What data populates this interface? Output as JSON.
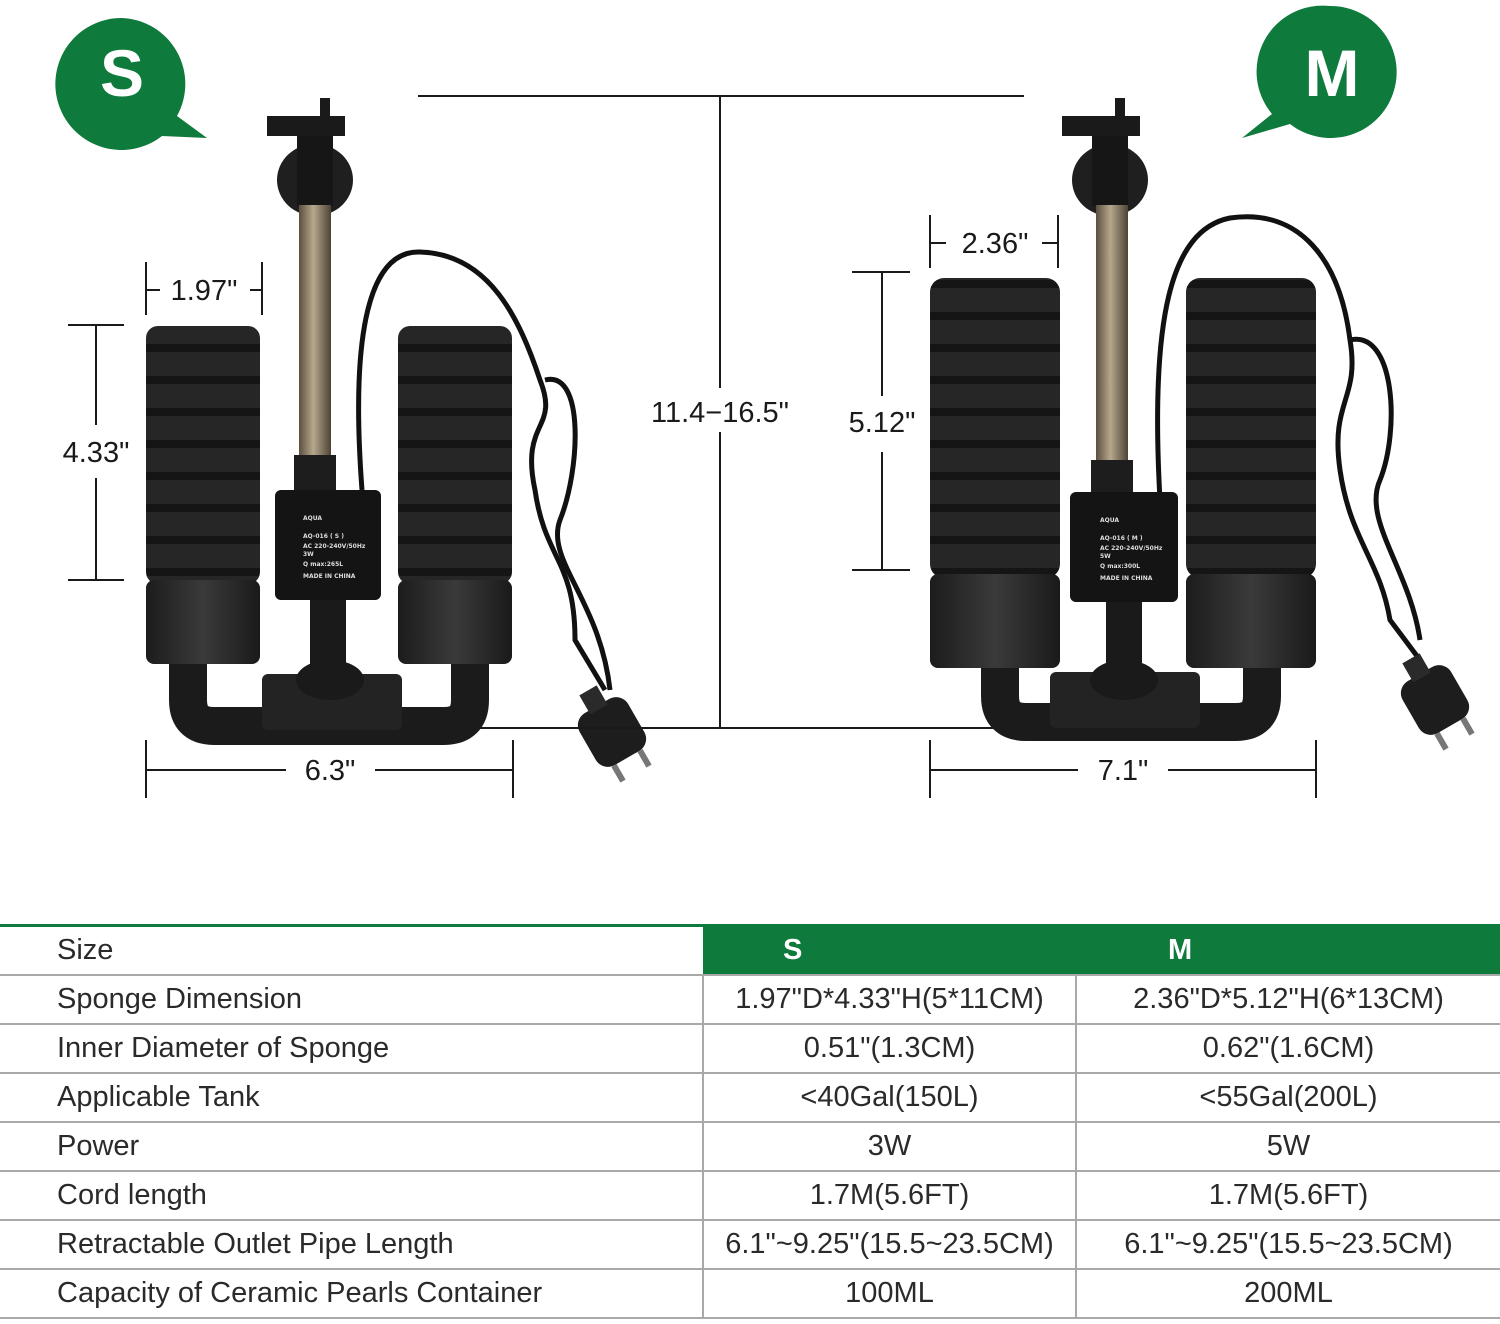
{
  "badges": {
    "small": "S",
    "medium": "M"
  },
  "dimensions": {
    "s_sponge_diameter": "1.97\"",
    "s_sponge_height": "4.33\"",
    "s_width": "6.3\"",
    "height_range": "11.4−16.5\"",
    "m_sponge_diameter": "2.36\"",
    "m_sponge_height": "5.12\"",
    "m_width": "7.1\""
  },
  "product_labels": {
    "s": {
      "model": "AQ-016 ( S )",
      "voltage": "AC 220-240V/50Hz",
      "power": "3W",
      "qmax": "Q max:265L",
      "origin": "MADE IN CHINA"
    },
    "m": {
      "model": "AQ-016 ( M )",
      "voltage": "AC 220-240V/50Hz",
      "power": "5W",
      "qmax": "Q max:300L",
      "origin": "MADE IN CHINA"
    }
  },
  "colors": {
    "brand_green": "#0e7a3c",
    "sponge_black": "#222222",
    "pipe_bronze": "#8a7a62"
  },
  "table": {
    "header": {
      "label": "Size",
      "s": "S",
      "m": "M"
    },
    "rows": [
      {
        "label": "Sponge Dimension",
        "s": "1.97\"D*4.33\"H(5*11CM)",
        "m": "2.36\"D*5.12\"H(6*13CM)"
      },
      {
        "label": "Inner Diameter of Sponge",
        "s": "0.51\"(1.3CM)",
        "m": "0.62\"(1.6CM)"
      },
      {
        "label": "Applicable Tank",
        "s": "<40Gal(150L)",
        "m": "<55Gal(200L)"
      },
      {
        "label": "Power",
        "s": "3W",
        "m": "5W"
      },
      {
        "label": "Cord length",
        "s": "1.7M(5.6FT)",
        "m": "1.7M(5.6FT)"
      },
      {
        "label": "Retractable Outlet Pipe Length",
        "s": "6.1\"~9.25\"(15.5~23.5CM)",
        "m": "6.1\"~9.25\"(15.5~23.5CM)"
      },
      {
        "label": "Capacity of Ceramic Pearls Container",
        "s": "100ML",
        "m": "200ML"
      }
    ]
  }
}
